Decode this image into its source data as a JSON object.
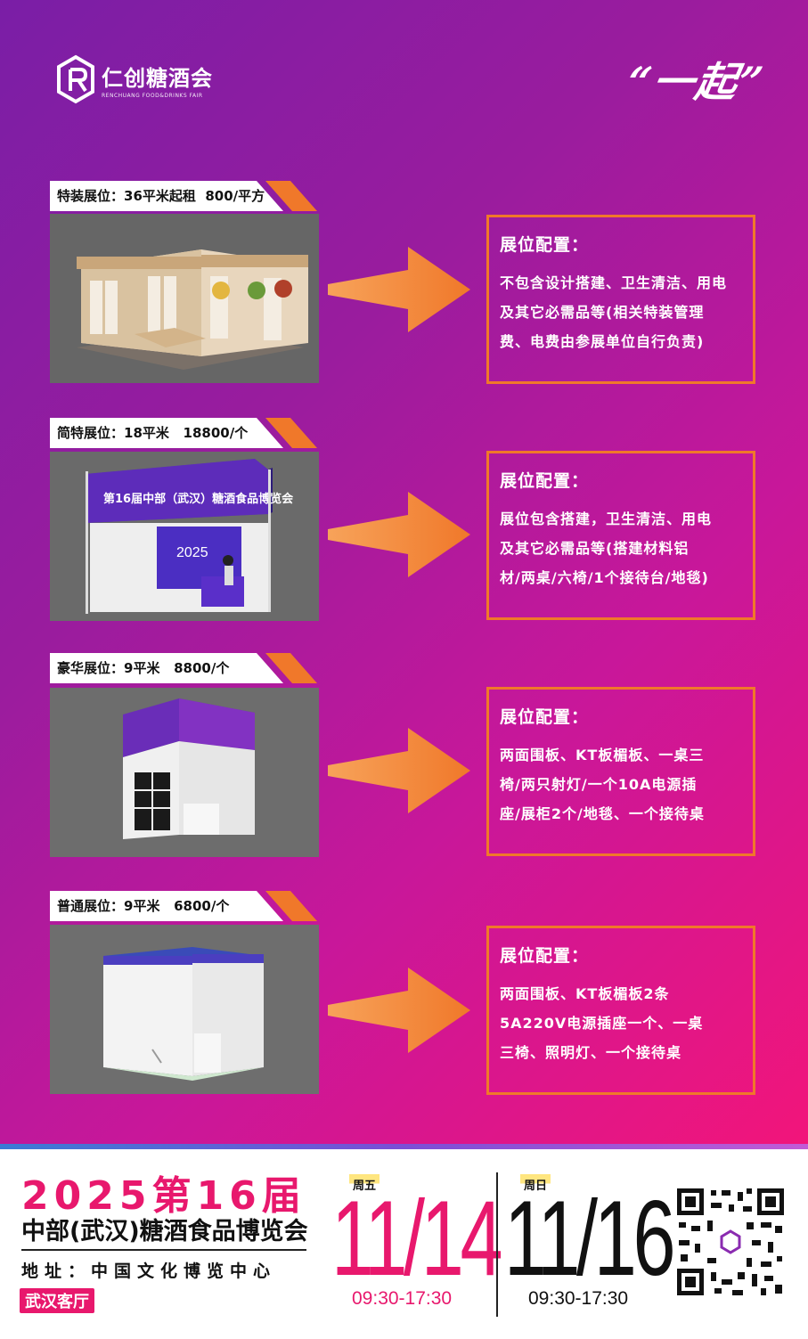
{
  "brand": {
    "name_cn": "仁创糖酒会",
    "name_en": "RENCHUANG FOOD&DRINKS FAIR"
  },
  "slogan": "“一起”",
  "booths": [
    {
      "label": "特装展位：36平米起租  800/平方",
      "config_title": "展位配置：",
      "config_lines": [
        "不包含设计搭建、卫生清洁、用电",
        "及其它必需品等(相关特装管理",
        "费、电费由参展单位自行负责)"
      ]
    },
    {
      "label": "简特展位：18平米   18800/个",
      "config_title": "展位配置：",
      "config_lines": [
        "展位包含搭建，卫生清洁、用电",
        "及其它必需品等(搭建材料铝",
        "材/两桌/六椅/1个接待台/地毯)"
      ]
    },
    {
      "label": "豪华展位：9平米   8800/个",
      "config_title": "展位配置：",
      "config_lines": [
        "两面围板、KT板楣板、一桌三",
        "椅/两只射灯/一个10A电源插",
        "座/展柜2个/地毯、一个接待桌"
      ]
    },
    {
      "label": "普通展位：9平米   6800/个",
      "config_title": "展位配置：",
      "config_lines": [
        "两面围板、KT板楣板2条",
        "5A220V电源插座一个、一桌",
        "三椅、照明灯、一个接待桌"
      ]
    }
  ],
  "booth_photo_text": {
    "simple_fascia": "第16届中部（武汉）糖酒食品博览会",
    "simple_year": "2025"
  },
  "footer": {
    "title_line1": "2025第16届",
    "title_line2": "中部(武汉)糖酒食品博览会",
    "address": "地址：中国文化博览中心",
    "badge": "武汉客厅",
    "start_day": "周五",
    "start_date": "11/14",
    "start_time": "09:30-17:30",
    "end_day": "周日",
    "end_date": "11/16",
    "end_time": "09:30-17:30"
  },
  "colors": {
    "accent_orange": "#f0782a",
    "brand_pink": "#e8186d",
    "bg_purple": "#7a1ea6",
    "bg_pink": "#f2157a"
  }
}
